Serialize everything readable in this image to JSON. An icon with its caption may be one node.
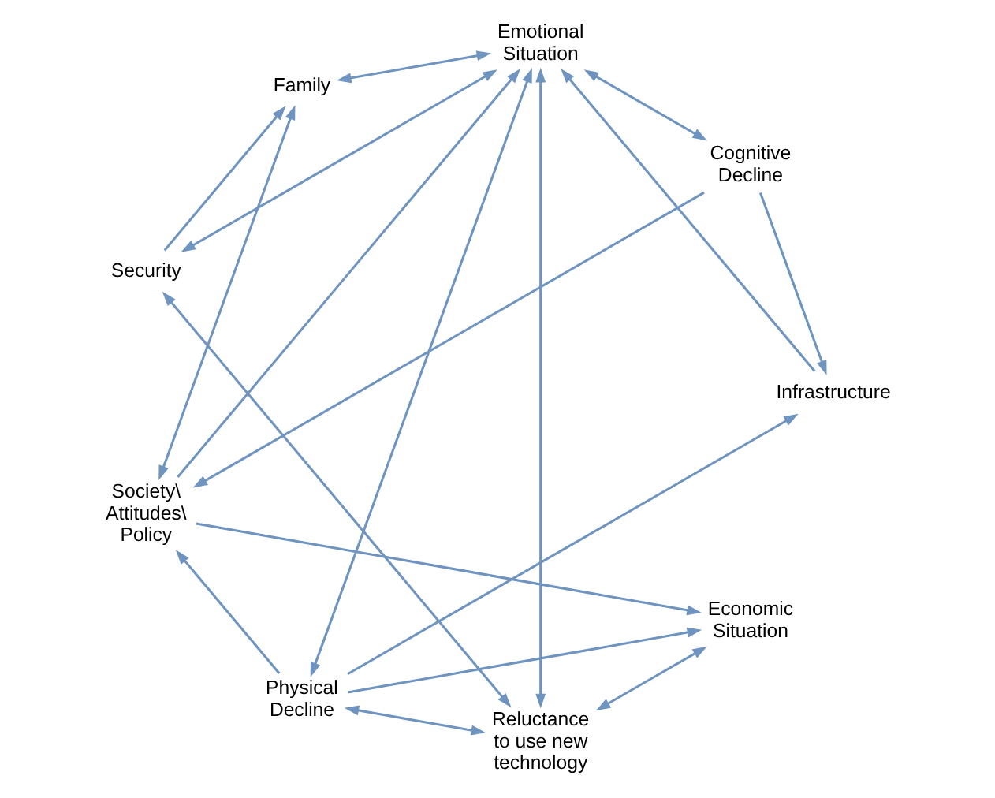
{
  "diagram": {
    "nodes": [
      {
        "text": [
          "Emotional Situation"
        ]
      },
      {
        "text": [
          "Society\\ Attitudes\\ Policy"
        ]
      },
      {
        "text": [
          "Physical Decline"
        ]
      },
      {
        "text": [
          "Family"
        ]
      },
      {
        "text": [
          "Cognitive Decline"
        ]
      },
      {
        "text": [
          "Security"
        ]
      },
      {
        "text": [
          "Economic Situation"
        ]
      },
      {
        "text": [
          "Reluctance to use new technology"
        ]
      },
      {
        "text": [
          "Infrastructure"
        ]
      }
    ],
    "edges": [
      {
        "from": 0,
        "to": 2,
        "arrow": "both"
      },
      {
        "from": 1,
        "to": 0,
        "arrow": "to"
      },
      {
        "from": 2,
        "to": 1,
        "arrow": "to"
      },
      {
        "from": 4,
        "to": 1,
        "arrow": "to"
      },
      {
        "from": 1,
        "to": 6,
        "arrow": "to"
      },
      {
        "from": 1,
        "to": 3,
        "arrow": "both"
      },
      {
        "from": 0,
        "to": 3,
        "arrow": "both"
      },
      {
        "from": 0,
        "to": 5,
        "arrow": "both"
      },
      {
        "from": 0,
        "to": 7,
        "arrow": "both"
      },
      {
        "from": 0,
        "to": 4,
        "arrow": "both"
      },
      {
        "from": 8,
        "to": 0,
        "arrow": "to"
      },
      {
        "from": 2,
        "to": 7,
        "arrow": "both"
      },
      {
        "from": 2,
        "to": 6,
        "arrow": "to"
      },
      {
        "from": 2,
        "to": 8,
        "arrow": "to"
      },
      {
        "from": 4,
        "to": 8,
        "arrow": "to"
      },
      {
        "from": 6,
        "to": 7,
        "arrow": "both"
      },
      {
        "from": 5,
        "to": 3,
        "arrow": "to"
      },
      {
        "from": 5,
        "to": 7,
        "arrow": "both"
      }
    ]
  }
}
